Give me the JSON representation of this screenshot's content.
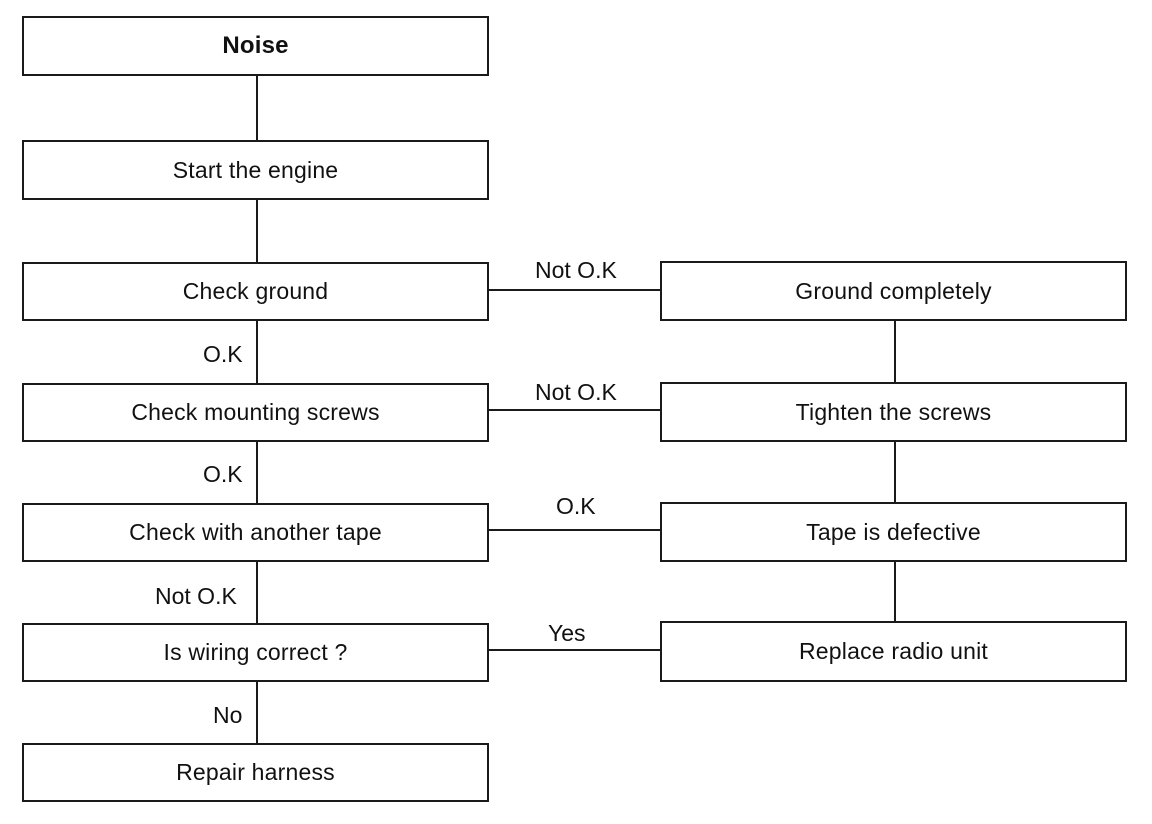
{
  "flowchart": {
    "boxes": {
      "noise": "Noise",
      "start_engine": "Start the engine",
      "check_ground": "Check ground",
      "check_screws": "Check mounting screws",
      "check_tape": "Check with another tape",
      "wiring_correct": "Is wiring correct ?",
      "repair_harness": "Repair harness",
      "ground_completely": "Ground completely",
      "tighten_screws": "Tighten the screws",
      "tape_defective": "Tape is defective",
      "replace_radio": "Replace radio unit"
    },
    "edge_labels": {
      "ground_not_ok": "Not O.K",
      "ground_ok": "O.K",
      "screws_not_ok": "Not O.K",
      "screws_ok": "O.K",
      "tape_ok": "O.K",
      "tape_not_ok": "Not O.K",
      "wiring_yes": "Yes",
      "wiring_no": "No"
    }
  }
}
